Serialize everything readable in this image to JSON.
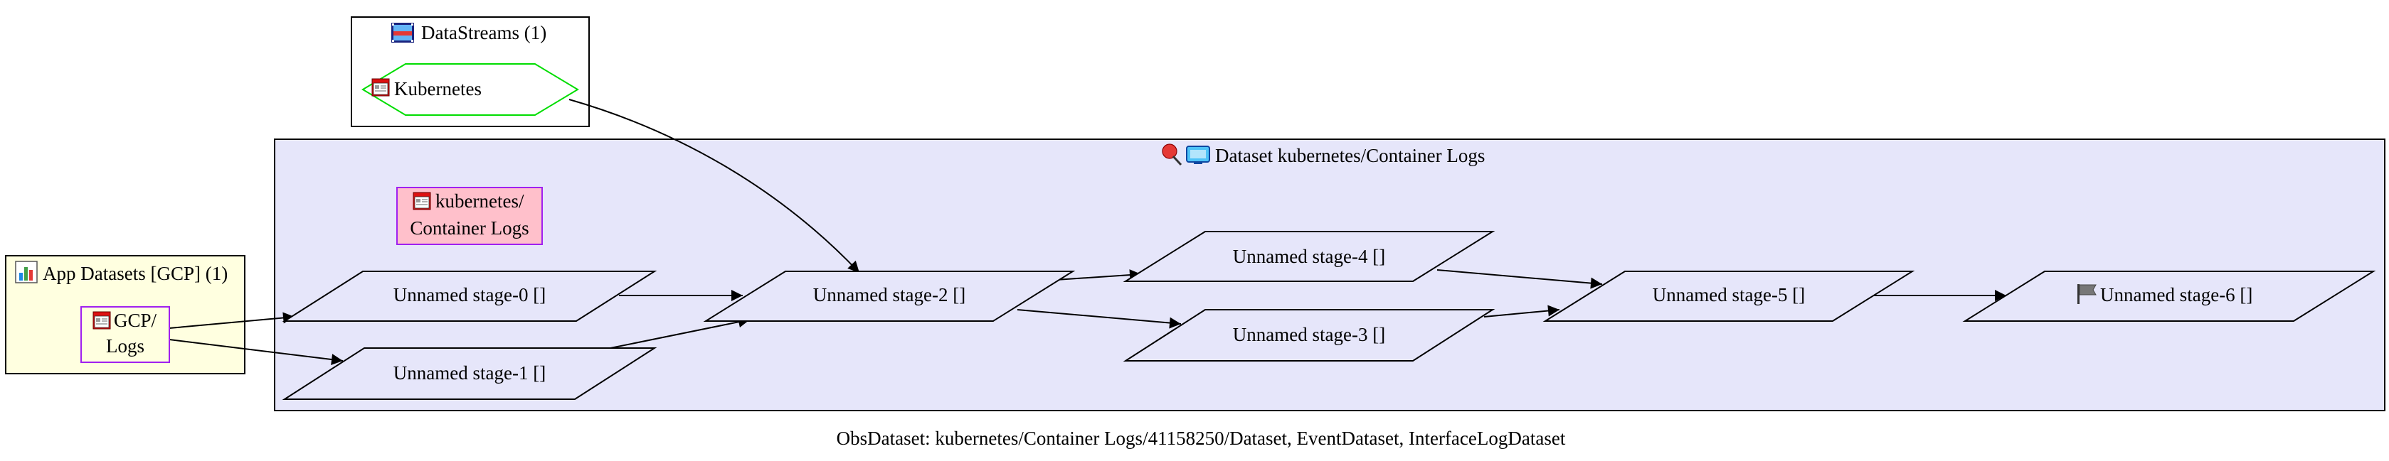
{
  "clusters": {
    "datastreams": {
      "title": "DataStreams (1)",
      "icon": "film-icon"
    },
    "app_datasets": {
      "title": "App Datasets [GCP] (1)",
      "icon": "bar-chart-icon"
    },
    "dataset": {
      "title": "Dataset kubernetes/Container Logs",
      "icons": [
        "pin-icon",
        "monitor-icon"
      ]
    }
  },
  "nodes": {
    "kubernetes": {
      "label": "Kubernetes",
      "icon": "window-icon"
    },
    "gcp_logs": {
      "line1": "GCP/",
      "line2": "Logs",
      "icon": "window-icon"
    },
    "container_logs": {
      "line1": "kubernetes/",
      "line2": "Container Logs",
      "icon": "window-icon"
    },
    "stage0": {
      "label": "Unnamed stage-0 []"
    },
    "stage1": {
      "label": "Unnamed stage-1 []"
    },
    "stage2": {
      "label": "Unnamed stage-2 []"
    },
    "stage3": {
      "label": "Unnamed stage-3 []"
    },
    "stage4": {
      "label": "Unnamed stage-4 []"
    },
    "stage5": {
      "label": "Unnamed stage-5 []"
    },
    "stage6": {
      "label": "Unnamed stage-6 []",
      "icon": "flag-icon"
    }
  },
  "caption": "ObsDataset: kubernetes/Container Logs/41158250/Dataset, EventDataset, InterfaceLogDataset",
  "colors": {
    "dataset_fill": "#e6e6fa",
    "app_fill": "#ffffe0",
    "hexagon_stroke": "#00dd00",
    "purple_stroke": "#a020f0",
    "pink_fill": "#ffc0cb"
  }
}
